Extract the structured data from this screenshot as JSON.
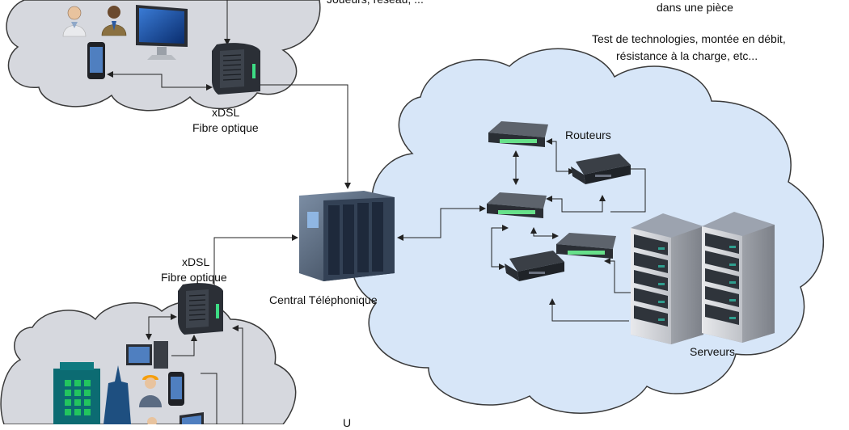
{
  "texts": {
    "top_cut": "Joueurs, réseau, ...",
    "room_note": "dans une pièce",
    "test_line1": "Test de technologies, montée en débit,",
    "test_line2": "résistance à la charge, etc...",
    "routeurs": "Routeurs",
    "serveurs": "Serveurs",
    "central": "Central Téléphonique",
    "xdsl_top": "xDSL",
    "fibre_top": "Fibre optique",
    "xdsl_bottom": "xDSL",
    "fibre_bottom": "Fibre optique",
    "bottom_cut": "U"
  },
  "colors": {
    "cloud_gray": "#d6d8de",
    "cloud_blue": "#d7e6f8",
    "cloud_stroke": "#3a3a3a",
    "connector": "#222222",
    "building_teal": "#0c6b72",
    "building_green": "#22c55e",
    "building_navy": "#1e4f80"
  },
  "icons": [
    "user-icon",
    "manager-icon",
    "monitor-icon",
    "phone-icon",
    "modem-icon",
    "switch-icon",
    "router-icon",
    "server-rack-icon",
    "mainframe-icon",
    "building-icon",
    "tower-icon",
    "worker-icon",
    "desktop-icon"
  ]
}
